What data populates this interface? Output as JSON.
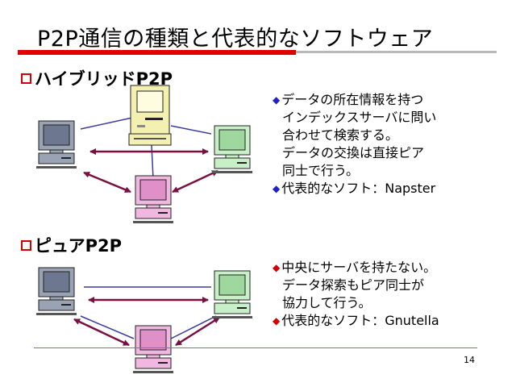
{
  "title": "P2P通信の種類と代表的なソフトウェア",
  "sections": [
    {
      "heading": "ハイブリッドP2P",
      "lines": [
        {
          "bullet": "◆",
          "text": "データの所在情報を持つ"
        },
        {
          "bullet": "",
          "text": "インデックスサーバに問い"
        },
        {
          "bullet": "",
          "text": "合わせて検索する。"
        },
        {
          "bullet": "",
          "text": "データの交換は直接ピア"
        },
        {
          "bullet": "",
          "text": "同士で行う。"
        },
        {
          "bullet": "◆",
          "text": "代表的なソフト：Napster"
        }
      ]
    },
    {
      "heading": "ピュアP2P",
      "lines": [
        {
          "bullet": "◆",
          "text": "中央にサーバを持たない。"
        },
        {
          "bullet": "",
          "text": "データ探索もピア同士が"
        },
        {
          "bullet": "",
          "text": "協力して行う。"
        },
        {
          "bullet": "◆",
          "text": "代表的なソフト：Gnutella"
        }
      ]
    }
  ],
  "page_number": "14",
  "colors": {
    "accent_red": "#e00000",
    "arrow": "#7a1040",
    "server_link": "#3a3aa0",
    "peer_gray": "#9aa3b3",
    "peer_green": "#c8f0c8",
    "peer_pink": "#f0b8e0",
    "server": "#f4f0b0"
  },
  "icons": {
    "section_marker": "hollow-square-icon",
    "peer": "desktop-computer-icon",
    "server": "server-computer-icon"
  }
}
